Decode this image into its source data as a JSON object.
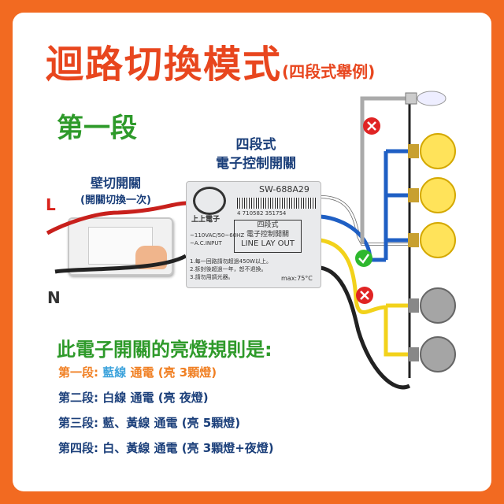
{
  "title": "迴路切換模式",
  "title_sub": "(四段式舉例)",
  "stage_label": "第一段",
  "controller_label": {
    "line1": "四段式",
    "line2": "電子控制開關"
  },
  "wall_switch_label": {
    "line1": "壁切開關",
    "line2": "(開關切換一次)"
  },
  "wire_labels": {
    "live": "L",
    "neutral": "N"
  },
  "controller": {
    "brand": "上上電子",
    "model": "SW-688A29",
    "barcode": "4 710582 351754",
    "box_title1": "四段式",
    "box_title2": "電子控制開關",
    "box_title3": "LINE LAY OUT",
    "input1": "~110VAC/50~60HZ",
    "input2": "~A.C.INPUT",
    "note1": "1.每一回路請勿超過450W以上。",
    "note2": "2.拆封後超過一年，恕不退換。",
    "note3": "3.請勿用調光器。",
    "temp": "max:75°C"
  },
  "rules": {
    "heading": "此電子開關的亮燈規則是:",
    "items": [
      {
        "stage": "第一段:",
        "wire": "藍線",
        "rest": "通電 (亮 3顆燈)"
      },
      {
        "stage": "第二段:",
        "wire": "白線",
        "rest": "通電 (亮 夜燈)"
      },
      {
        "stage": "第三段:",
        "wire": "藍、黃線",
        "rest": "通電 (亮 5顆燈)"
      },
      {
        "stage": "第四段:",
        "wire": "白、黃線",
        "rest": "通電 (亮 3顆燈+夜燈)"
      }
    ]
  },
  "colors": {
    "frame": "#f26a21",
    "title": "#e8461e",
    "green": "#2e9a2a",
    "navy": "#1b3f7a",
    "blue_wire": "#1f5fc4",
    "yellow_wire": "#f2d21b",
    "lamp_on": "#ffe35a",
    "lamp_off": "#9a9a9a"
  }
}
